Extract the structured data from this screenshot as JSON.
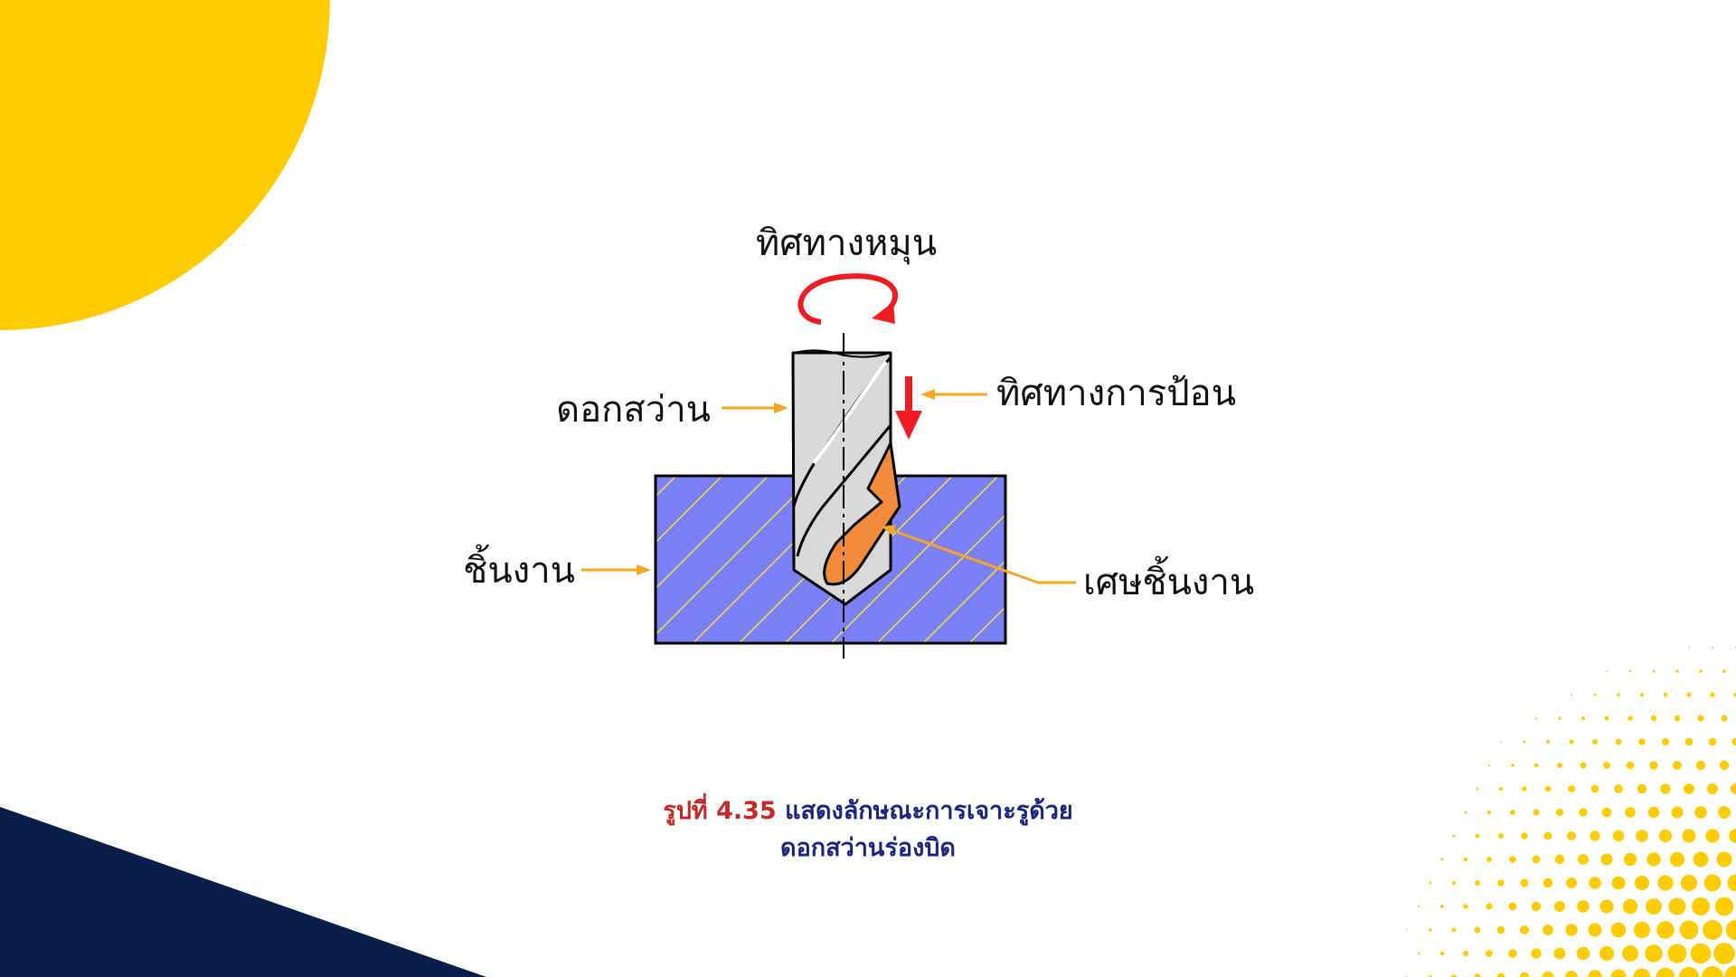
{
  "colors": {
    "accent_yellow": "#FFCC00",
    "navy": "#0A1E4A",
    "workpiece_fill": "#7B7FF8",
    "hatch": "#F2E23B",
    "drill_fill": "#D9D9D9",
    "chip_fill": "#F28A3C",
    "red_arrow": "#F11B22",
    "leader_orange": "#F5A623",
    "caption_red": "#C62828",
    "caption_blue": "#1A237E"
  },
  "diagram": {
    "labels": {
      "rotation": "ทิศทางหมุน",
      "feed": "ทิศทางการป้อน",
      "drill": "ดอกสว่าน",
      "workpiece": "ชิ้นงาน",
      "chip": "เศษชิ้นงาน"
    },
    "icons": [
      "rotation-arrow-icon",
      "feed-arrow-icon"
    ]
  },
  "caption": {
    "figure_number": "รูปที่ 4.35",
    "line1": "แสดงลักษณะการเจาะรูด้วย",
    "line2": "ดอกสว่านร่องบิด"
  }
}
